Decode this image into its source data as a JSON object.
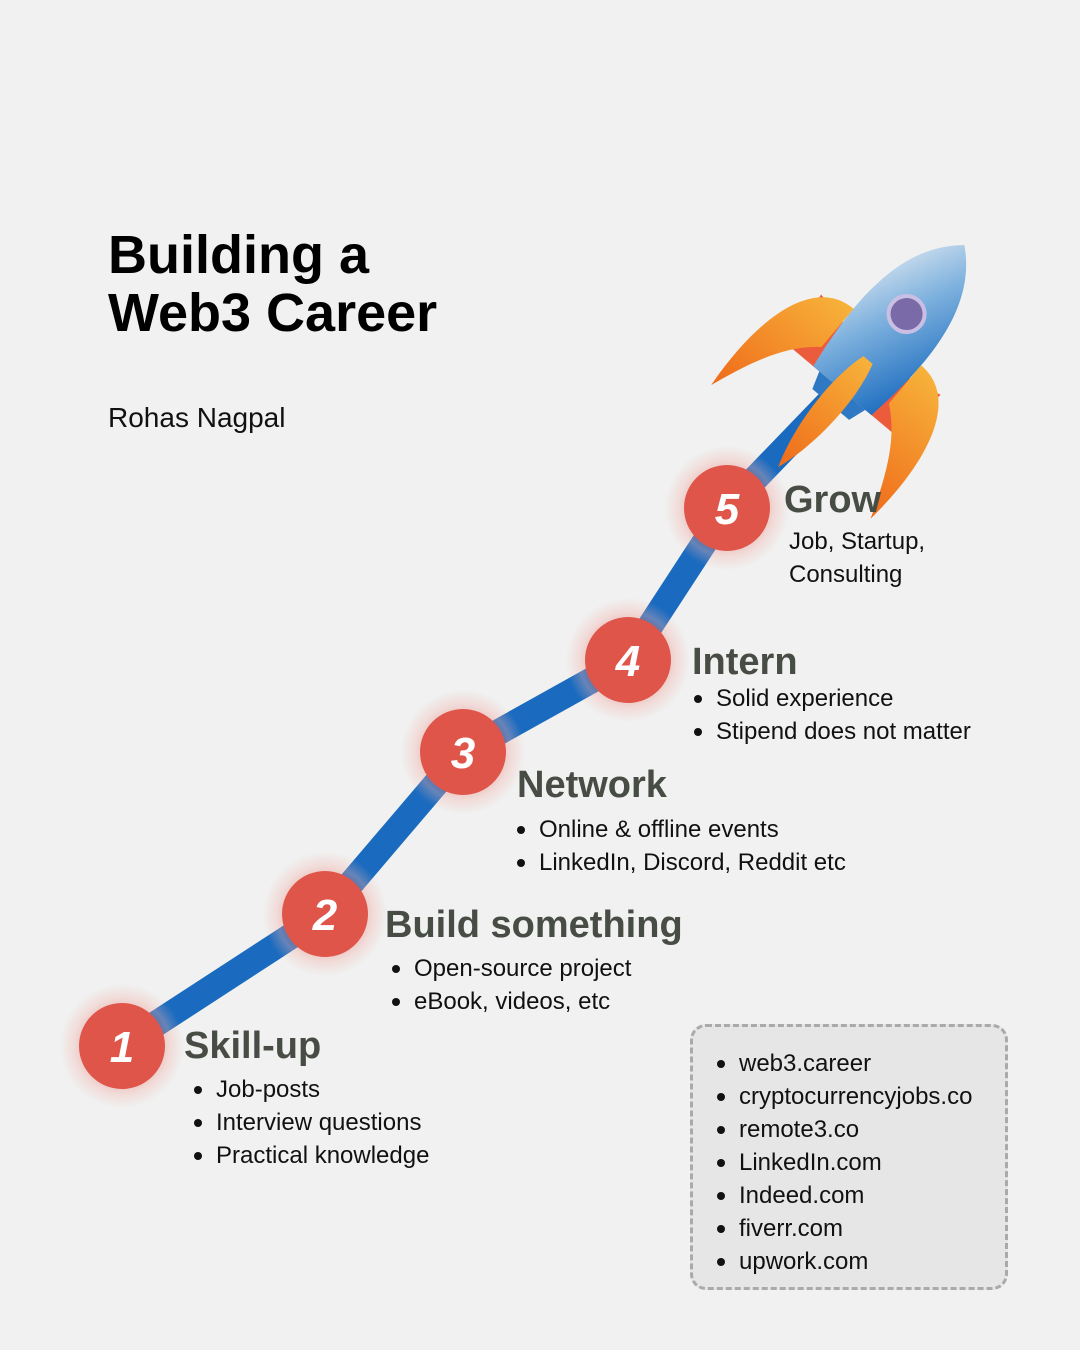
{
  "header": {
    "title": "Building a Web3 Career",
    "author": "Rohas Nagpal"
  },
  "steps": [
    {
      "number": "1",
      "title": "Skill-up",
      "items": [
        "Job-posts",
        "Interview questions",
        "Practical knowledge"
      ]
    },
    {
      "number": "2",
      "title": "Build something",
      "items": [
        "Open-source project",
        "eBook, videos, etc"
      ]
    },
    {
      "number": "3",
      "title": "Network",
      "items": [
        "Online & offline events",
        "LinkedIn, Discord, Reddit etc"
      ]
    },
    {
      "number": "4",
      "title": "Intern",
      "items": [
        "Solid experience",
        "Stipend does not matter"
      ]
    },
    {
      "number": "5",
      "title": "Grow",
      "description_lines": [
        "Job, Startup,",
        "Consulting"
      ]
    }
  ],
  "sites": [
    "web3.career",
    "cryptocurrencyjobs.co",
    "remote3.co",
    "LinkedIn.com",
    "Indeed.com",
    "fiverr.com",
    "upwork.com"
  ],
  "colors": {
    "background": "#f0f1f0",
    "path": "#1a6bbf",
    "node": "#e0554a",
    "heading": "#474d44",
    "flame": "#f08a1c"
  },
  "icons": {
    "rocket": "rocket-icon"
  }
}
